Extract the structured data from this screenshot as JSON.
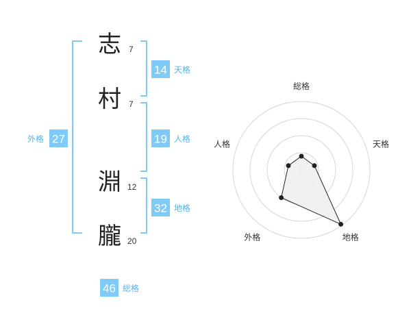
{
  "colors": {
    "accent": "#7fcaf6",
    "label_text": "#55b4ea",
    "bracket": "#7fcaf6",
    "ring": "#d6d6d6",
    "radar_fill": "#eeeeee",
    "radar_line": "#222222"
  },
  "characters": [
    {
      "char": "志",
      "strokes": "7"
    },
    {
      "char": "村",
      "strokes": "7"
    },
    {
      "char": "淵",
      "strokes": "12"
    },
    {
      "char": "朧",
      "strokes": "20"
    }
  ],
  "fortunes": {
    "tenkaku": {
      "value": "14",
      "label": "天格"
    },
    "jinkaku": {
      "value": "19",
      "label": "人格"
    },
    "chikaku": {
      "value": "32",
      "label": "地格"
    },
    "gaikaku": {
      "value": "27",
      "label": "外格"
    },
    "soukaku": {
      "value": "46",
      "label": "総格"
    }
  },
  "chart_data": {
    "type": "radar",
    "axes": [
      "総格",
      "天格",
      "地格",
      "外格",
      "人格"
    ],
    "values": [
      0.2,
      0.2,
      0.98,
      0.5,
      0.2
    ],
    "range": [
      0,
      1
    ],
    "rings": 4
  }
}
